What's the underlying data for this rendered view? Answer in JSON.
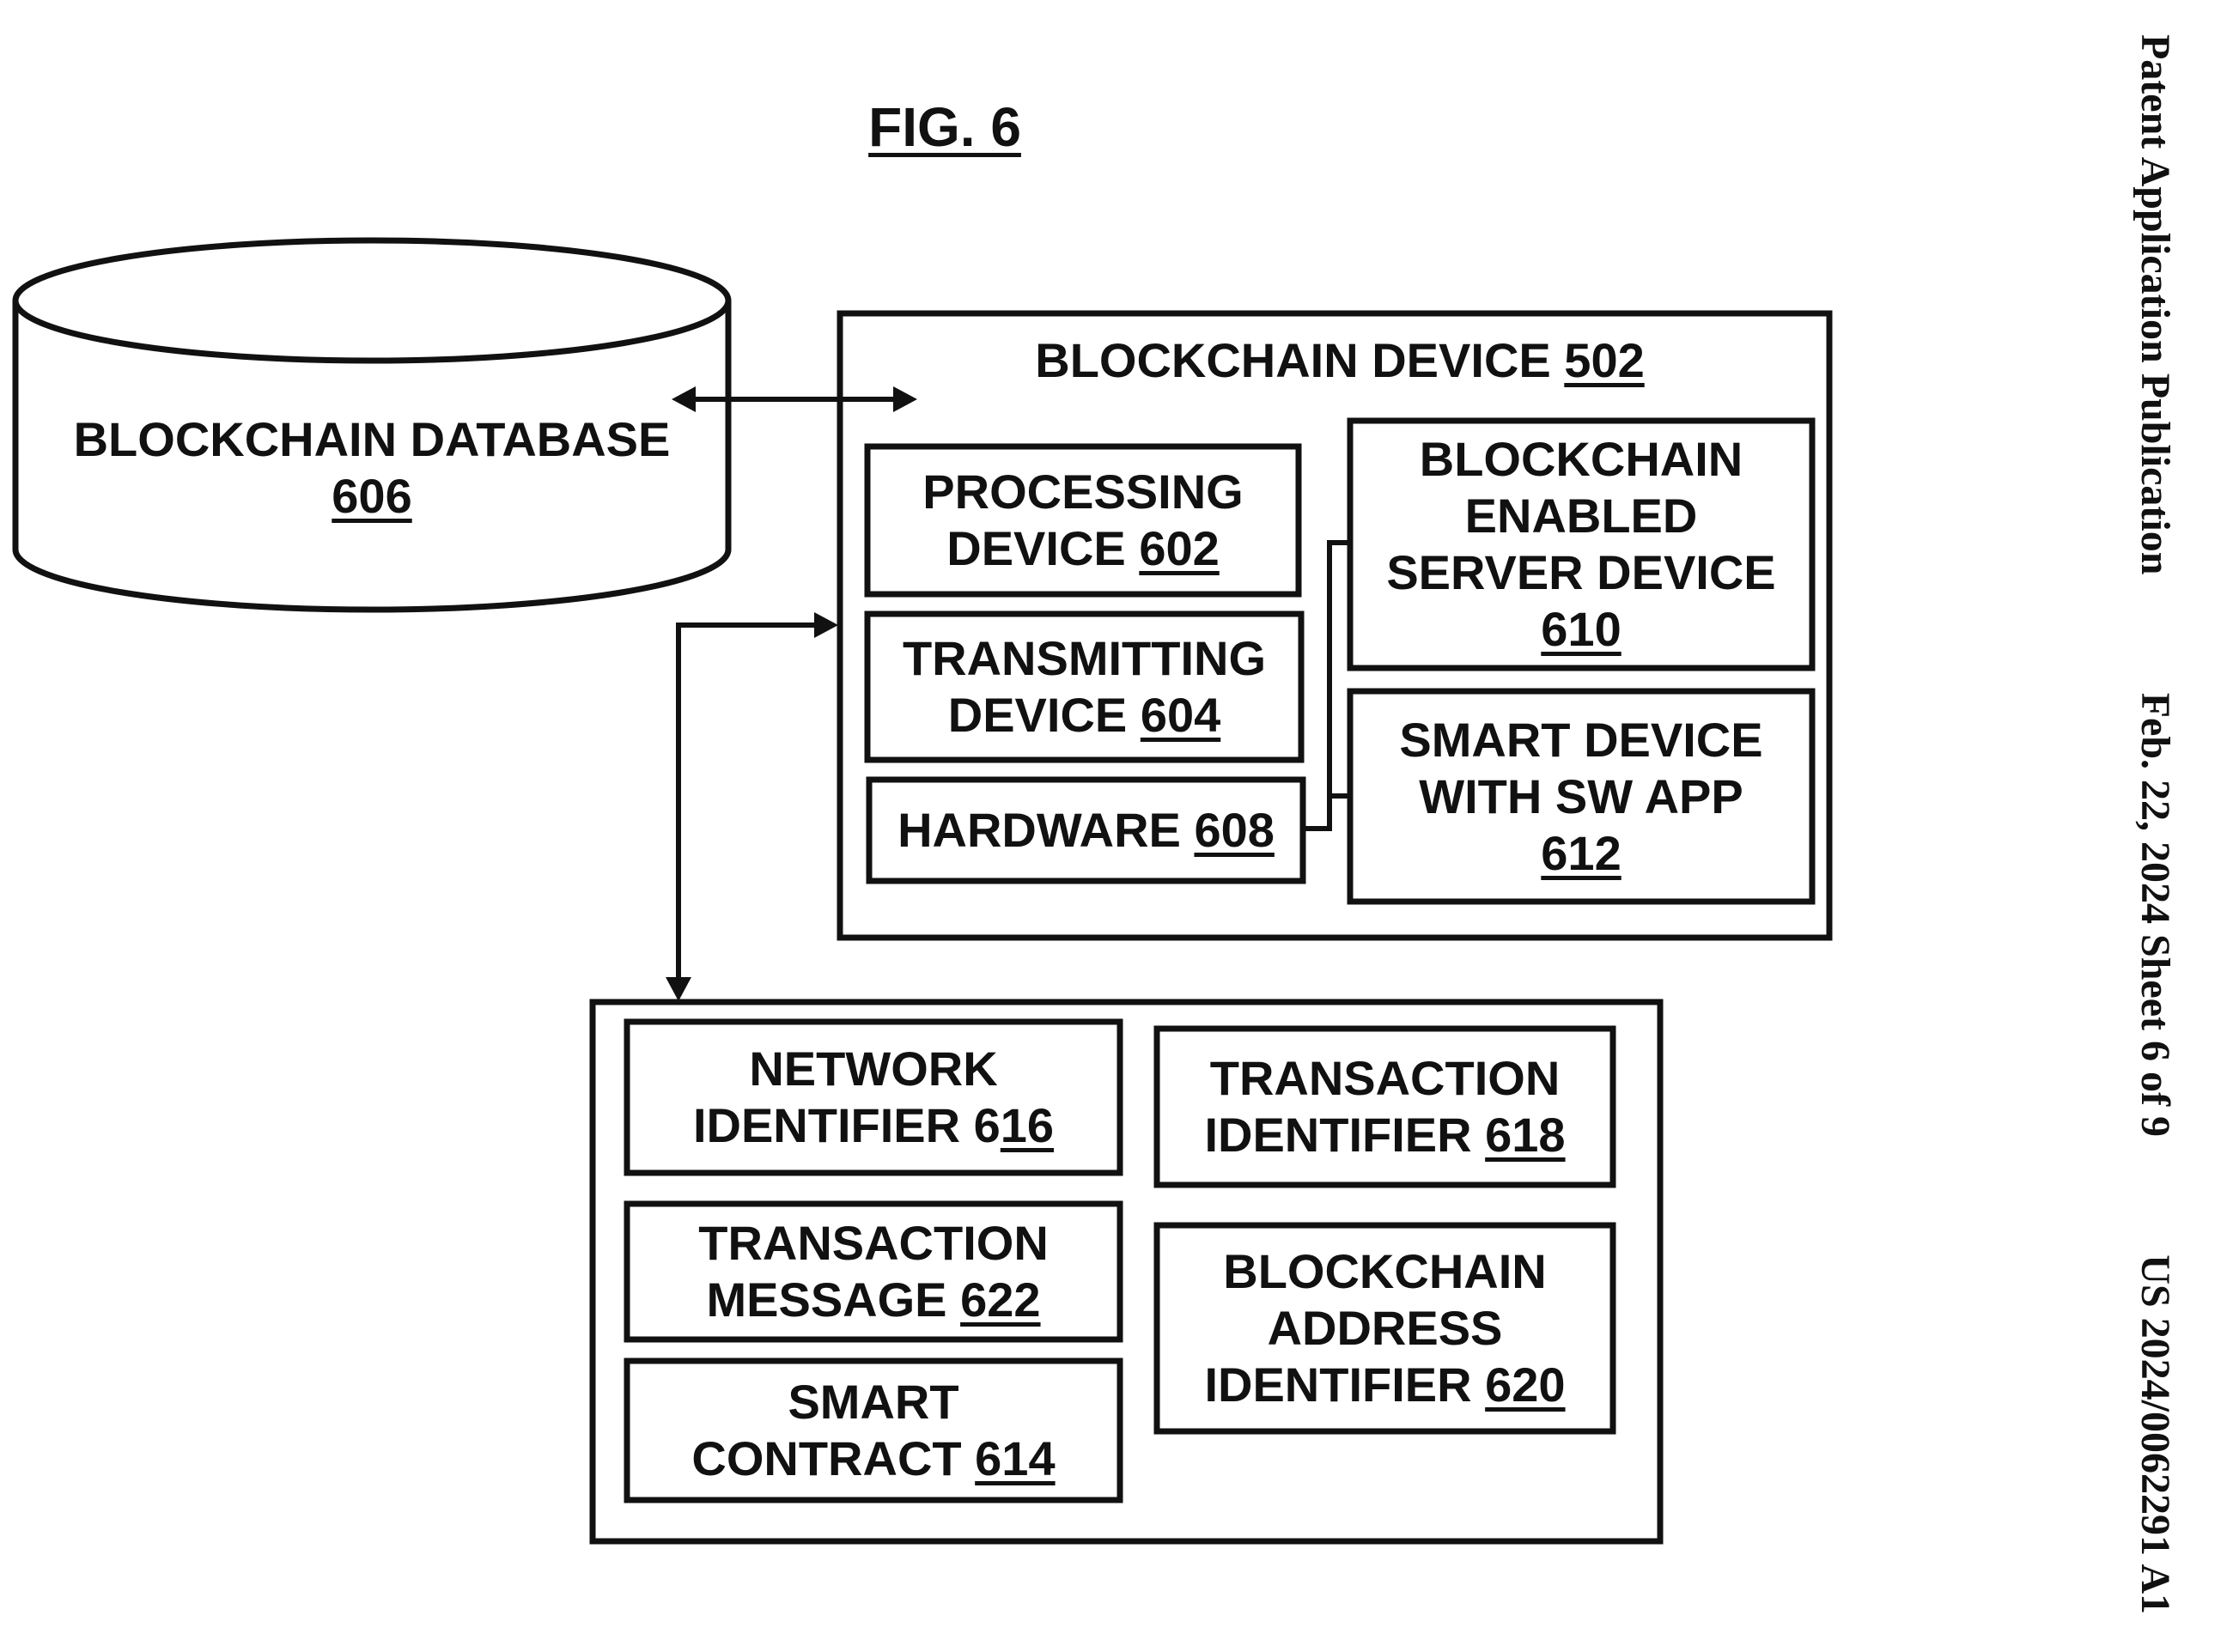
{
  "figure": {
    "title": "FIG. 6"
  },
  "header": {
    "publication": "Patent Application Publication",
    "date_sheet": "Feb. 22, 2024  Sheet 6 of 9",
    "number": "US 2024/0062291 A1"
  },
  "database": {
    "label": "BLOCKCHAIN DATABASE",
    "ref": "606"
  },
  "blockchain_device": {
    "label": "BLOCKCHAIN DEVICE",
    "ref": "502",
    "processing": {
      "line1": "PROCESSING",
      "line2": "DEVICE",
      "ref": "602"
    },
    "transmitting": {
      "line1": "TRANSMITTING",
      "line2": "DEVICE",
      "ref": "604"
    },
    "hardware": {
      "label": "HARDWARE",
      "ref": "608"
    },
    "server": {
      "line1": "BLOCKCHAIN",
      "line2": "ENABLED",
      "line3": "SERVER DEVICE",
      "ref": "610"
    },
    "smart_device": {
      "line1": "SMART DEVICE",
      "line2": "WITH SW APP",
      "ref": "612"
    }
  },
  "data_block": {
    "network_identifier": {
      "line1": "NETWORK",
      "line2_prefix": "IDENTIFIER 6",
      "ref_underlined": "16"
    },
    "transaction_identifier": {
      "line1": "TRANSACTION",
      "line2": "IDENTIFIER",
      "ref": "618"
    },
    "transaction_message": {
      "line1": "TRANSACTION",
      "line2": "MESSAGE",
      "ref": "622"
    },
    "blockchain_address": {
      "line1": "BLOCKCHAIN",
      "line2": "ADDRESS",
      "line3": "IDENTIFIER",
      "ref": "620"
    },
    "smart_contract": {
      "line1": "SMART",
      "line2": "CONTRACT",
      "ref": "614"
    }
  }
}
